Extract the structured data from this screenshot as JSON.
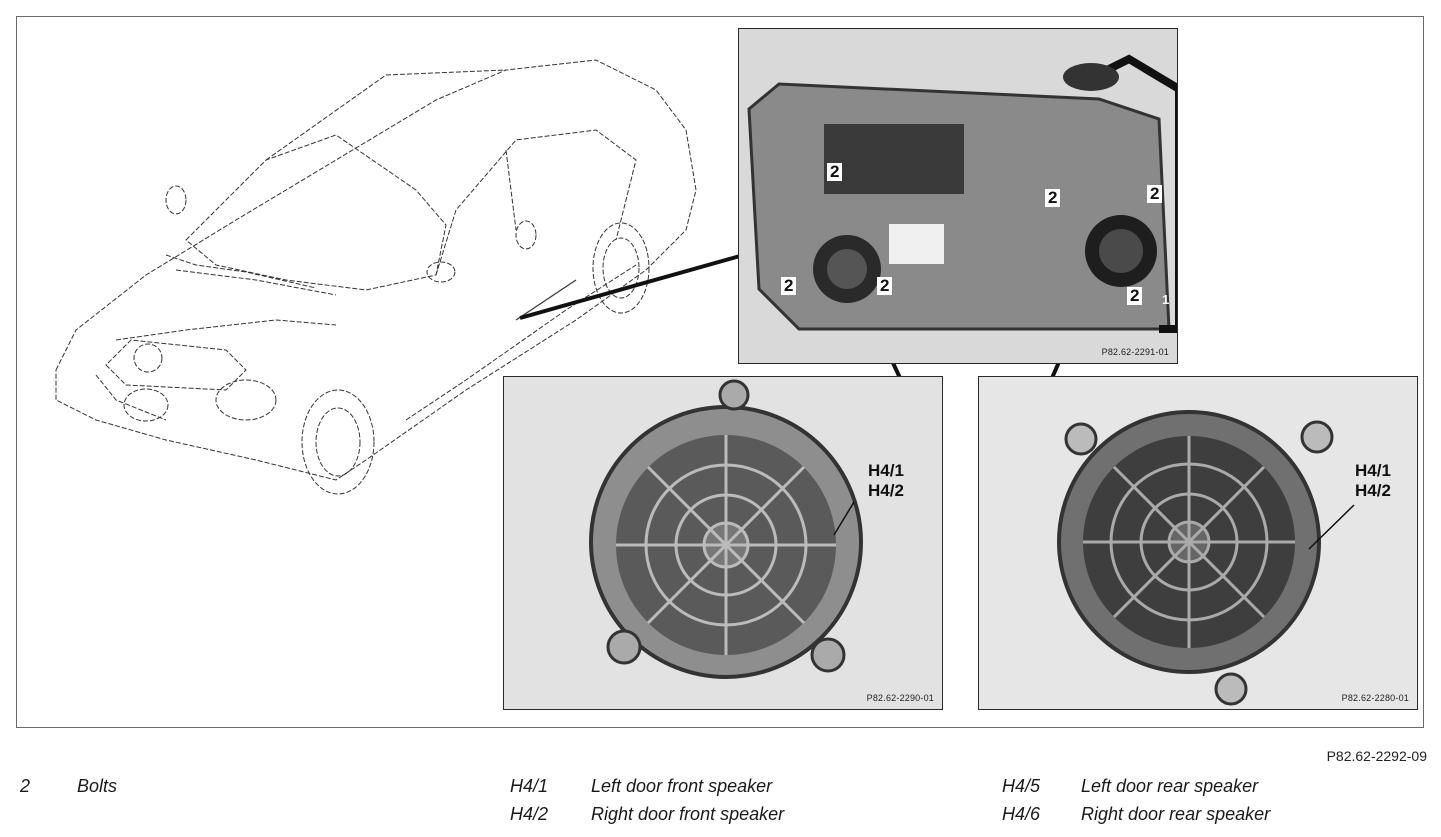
{
  "figure_id": "P82.62-2292-09",
  "photos": {
    "door": {
      "ref": "P82.62-2291-01",
      "bolt_label": "2",
      "door_label": "1"
    },
    "front_speaker": {
      "ref": "P82.62-2290-01",
      "callout_line1": "H4/1",
      "callout_line2": "H4/2"
    },
    "rear_speaker": {
      "ref": "P82.62-2280-01",
      "callout_line1": "H4/1",
      "callout_line2": "H4/2"
    }
  },
  "legend": [
    {
      "code": "2",
      "desc": "Bolts"
    },
    {
      "code": "H4/1",
      "desc": "Left door front speaker"
    },
    {
      "code": "H4/2",
      "desc": "Right door front speaker"
    },
    {
      "code": "H4/5",
      "desc": "Left door rear speaker"
    },
    {
      "code": "H4/6",
      "desc": "Right door rear speaker"
    }
  ]
}
